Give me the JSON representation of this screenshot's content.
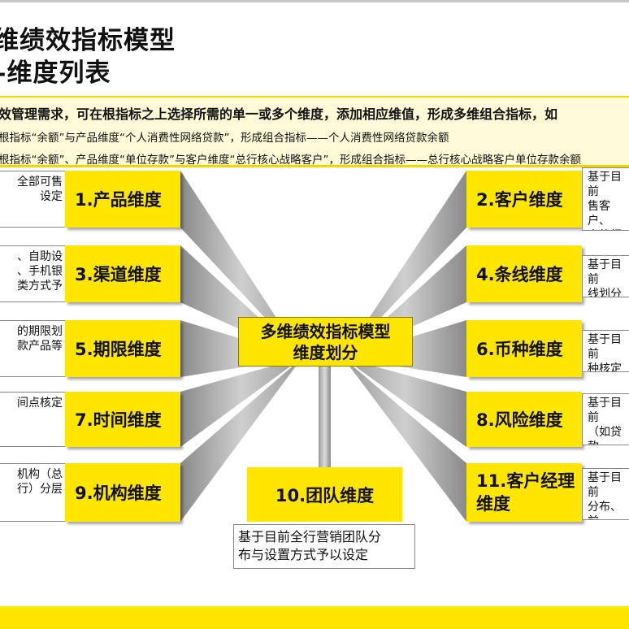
{
  "title": {
    "line1": "维绩效指标模型",
    "line2": "–维度列表"
  },
  "info": {
    "lines": [
      "效管理需求，可在根指标之上选择所需的单一或多个维度，添加相应维值，形成多维组合指标，如",
      "根指标“余额”与产品维度“个人消费性网络贷款”，形成组合指标——个人消费性网络贷款余额",
      "根指标“余额”、产品维度“单位存款”与客户维度“总行核心战略客户”，形成组合指标——总行核心战略客户单位存款余额"
    ]
  },
  "center": {
    "label": "多维绩效指标模型\n维度划分"
  },
  "dimensions": [
    {
      "label": "1.产品维度",
      "desc": "全部可售\n设定"
    },
    {
      "label": "2.客户维度",
      "desc": "基于目前\n售客户、\n户的细化\n设定"
    },
    {
      "label": "3.渠道维度",
      "desc": "、自助设\n、手机银\n类方式予"
    },
    {
      "label": "4.条线维度",
      "desc": "基于目前\n线划分予"
    },
    {
      "label": "5.期限维度",
      "desc": "的期限划\n款产品等"
    },
    {
      "label": "6.币种维度",
      "desc": "基于目前\n种核定方"
    },
    {
      "label": "7.时间维度",
      "desc": "间点核定"
    },
    {
      "label": "8.风险维度",
      "desc": "基于目前\n（如贷款\n以设定"
    },
    {
      "label": "9.机构维度",
      "desc": "机构（总\n行）分层"
    },
    {
      "label": "10.团队维度",
      "desc": "基于目前全行营销团队分\n布与设置方式予以设定"
    },
    {
      "label": "11.客户经理\n维度",
      "desc": "基于目前\n分布、前\n以设定"
    }
  ],
  "colors": {
    "accent": "#ffe600",
    "info_bg": "#fffbd8",
    "ray": "#a8a8a8"
  }
}
